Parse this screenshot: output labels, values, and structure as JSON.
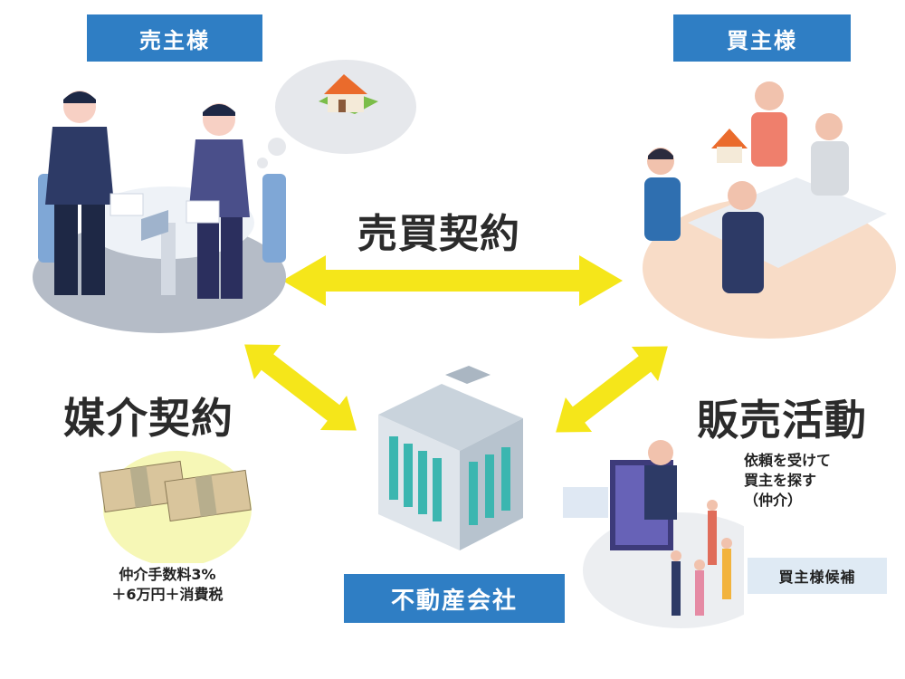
{
  "labels": {
    "seller": "売主様",
    "buyer": "買主様",
    "sale_contract": "売買契約",
    "brokerage_contract": "媒介契約",
    "sales_activity": "販売活動",
    "sales_desc_line1": "依頼を受けて",
    "sales_desc_line2": "買主を探す",
    "sales_desc_line3": "（仲介）",
    "fee_line1": "仲介手数料3%",
    "fee_line2": "＋6万円＋消費税",
    "candidate": "買主様候補",
    "company": "不動産会社"
  },
  "colors": {
    "tag_blue": "#2f7ec4",
    "arrow_yellow": "#f5e61a",
    "candidate_bg": "#dfeaf4"
  },
  "icons": [
    "house-icon",
    "money-icon",
    "building-icon",
    "meeting-people-icon",
    "presenter-icon"
  ]
}
